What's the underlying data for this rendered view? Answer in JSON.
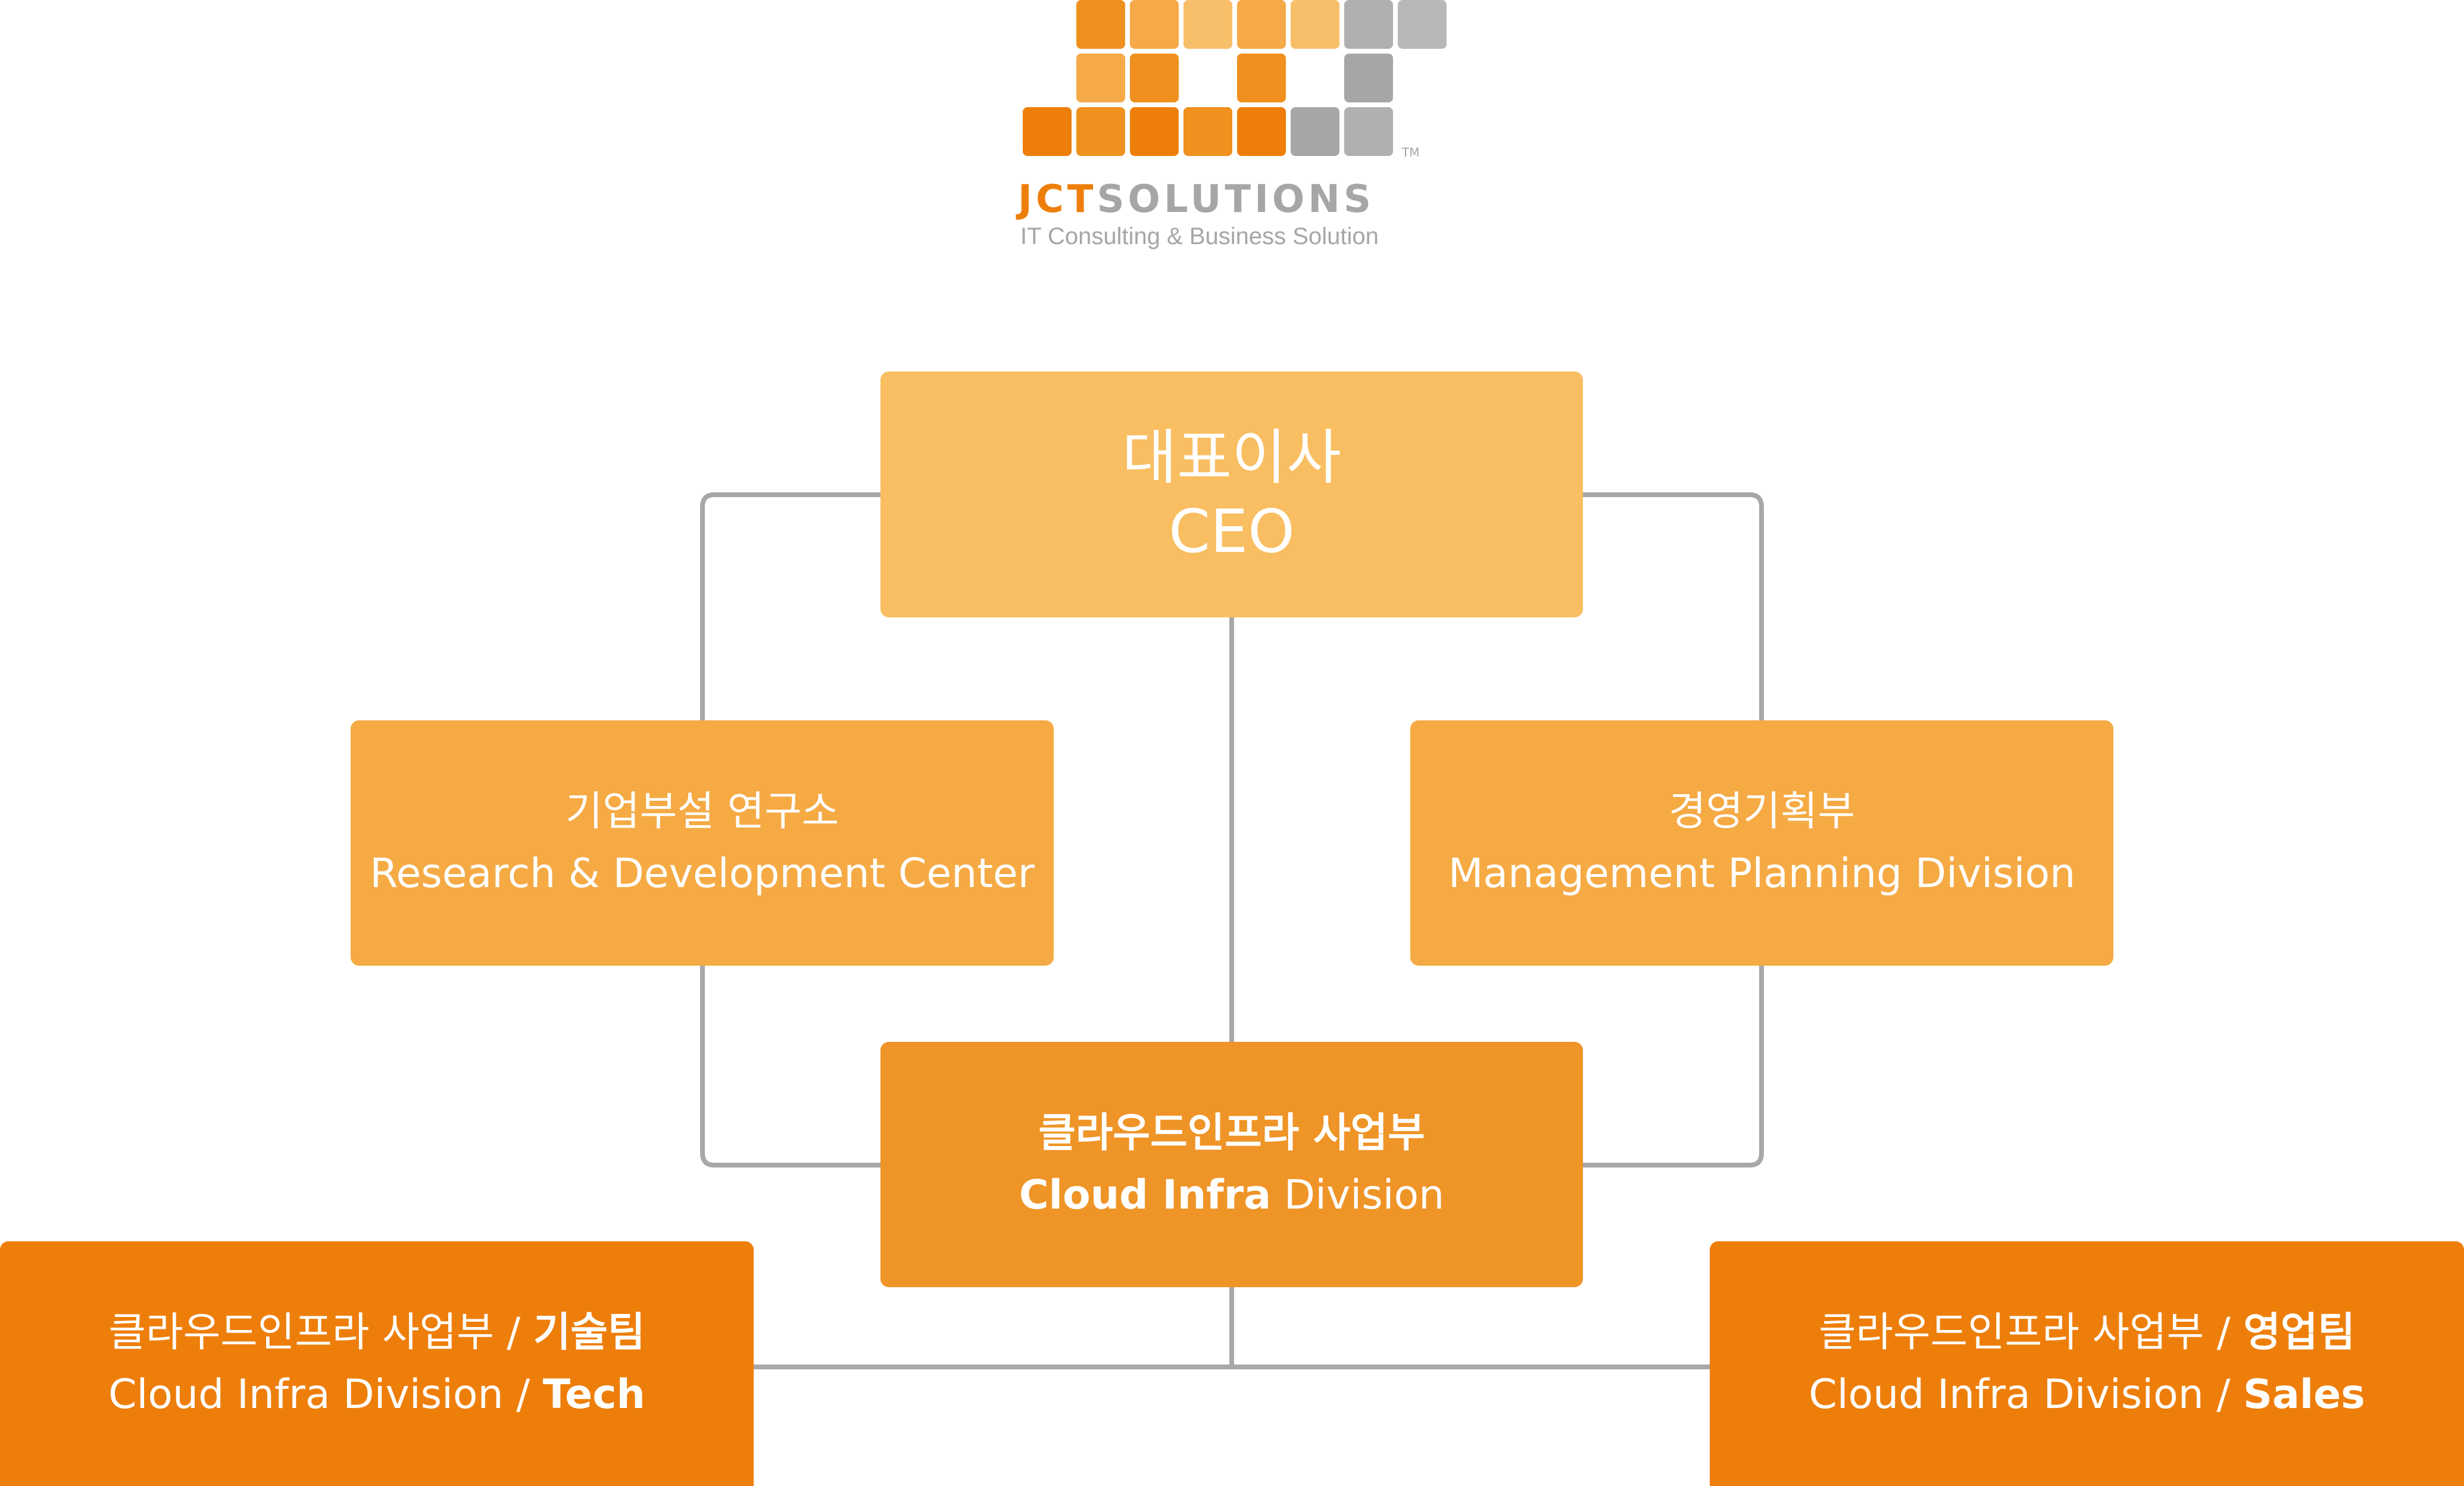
{
  "logo": {
    "brand_primary": "JCT",
    "brand_secondary": "SOLUTIONS",
    "tagline": "IT Consulting & Business Solution",
    "trademark": "TM",
    "colors": {
      "orange": "#EE7E0A",
      "gray": "#A6A6A6"
    }
  },
  "org": {
    "ceo": {
      "ko": "대표이사",
      "en": "CEO"
    },
    "rnd": {
      "ko": "기업부설 연구소",
      "en": "Research & Development Center"
    },
    "mgmt": {
      "ko": "경영기획부",
      "en": "Management Planning Division"
    },
    "cloud": {
      "ko": "클라우드인프라 사업부",
      "en_bold": "Cloud Infra",
      "en_rest": " Division"
    },
    "tech": {
      "ko_prefix": "클라우드인프라 사업부 / ",
      "ko_bold": "기술팀",
      "en_prefix": "Cloud Infra Division / ",
      "en_bold": "Tech"
    },
    "sales": {
      "ko_prefix": "클라우드인프라 사업부 / ",
      "ko_bold": "영업팀",
      "en_prefix": "Cloud Infra Division / ",
      "en_bold": "Sales"
    }
  },
  "colors": {
    "ceo": "#F9BE61",
    "second_level": "#F5AA44",
    "cloud": "#EF9427",
    "teams": "#EE7E0A",
    "connector": "#A8A8A8"
  }
}
